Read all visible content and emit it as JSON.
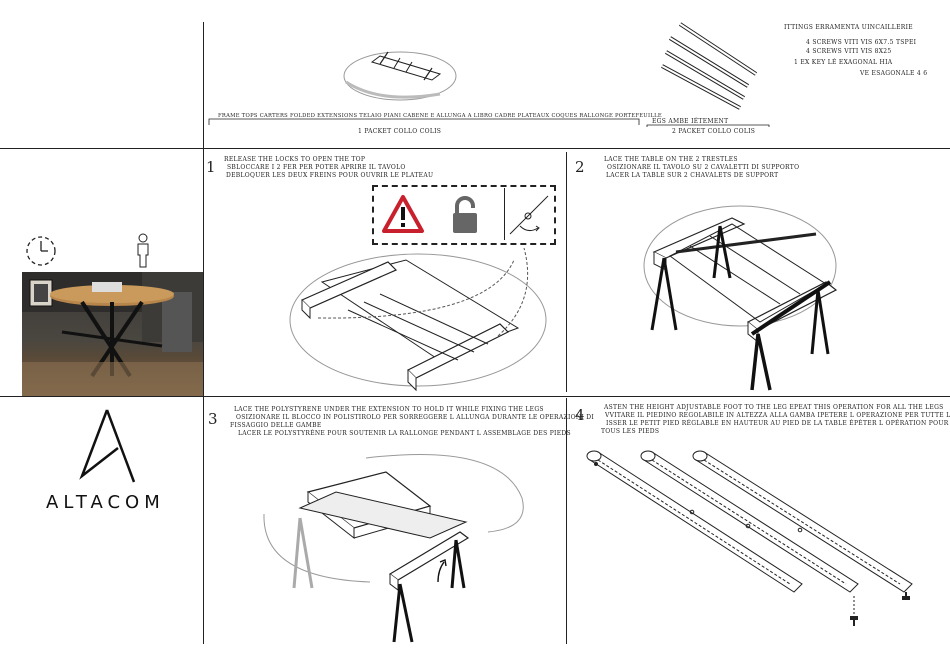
{
  "brand": {
    "name": "ALTACOM"
  },
  "packing": {
    "packet1_parts": "FRAME TOPS CARTERS FOLDED EXTENSIONS  TELAIO PIANI CABENE E ALLUNGA A LIBRO  CADRE PLATEAUX COQUES RALLONGE PORTEFEUILLE",
    "packet1_label": "1  PACKET  COLLO  COLIS",
    "packet2_parts": "EGS  AMBE  IÉTEMENT",
    "packet2_label": "2  PACKET  COLLO  COLIS"
  },
  "fittings": {
    "header": "ITTINGS   ERRAMENTA   UINCAILLERIE",
    "line1": "4 SCREWS  VITI  VIS    6X7.5 TSPEI",
    "line2": "4 SCREWS  VITI  VIS    8X25",
    "line3": "1  EX KEY   LÉ   EXAGONAL   HIA",
    "line4": "VE ESAGONALE 4  6"
  },
  "steps": [
    {
      "number": "1",
      "lines": [
        "RELEASE THE LOCKS TO OPEN THE TOP",
        "SBLOCCARE I 2 FER PER POTER APRIRE IL TAVOLO",
        "DEBLOQUER LES DEUX FREINS POUR OUVRIR LE PLATEAU"
      ]
    },
    {
      "number": "2",
      "lines": [
        "LACE THE TABLE ON THE 2 TRESTLES",
        "OSIZIONARE IL TAVOLO SU 2 CAVALETTI DI SUPPORTO",
        "LACER LA TABLE SUR 2 CHAVALETS DE SUPPORT"
      ]
    },
    {
      "number": "3",
      "lines": [
        "LACE THE POLYSTYRENE UNDER THE EXTENSION TO HOLD IT WHILE FIXING THE LEGS",
        "OSIZIONARE IL BLOCCO IN POLISTIROLO PER SORREGGERE L ALLUNGA DURANTE LE OPERAZIONI DI",
        "FISSAGGIO DELLE GAMBE",
        "LACER LE POLYSTYRÈNE POUR SOUTENIR LA RALLONGE PENDANT L ASSEMBLAGE DES PIEDS"
      ]
    },
    {
      "number": "4",
      "lines": [
        "ASTEN THE HEIGHT ADJUSTABLE FOOT TO THE LEG     EPEAT THIS OPERATION FOR ALL THE LEGS",
        "VVITARE IL PIEDINO REGOLABILE IN ALTEZZA ALLA GAMBA     IPETERE L OPERAZIONE PER TUTTE LE GAMBE",
        "ISSER LE PETIT PIED RÉGLABLE EN HAUTEUR AU PIED DE LA TABLE     ÉPÉTER L OPÉRATION POUR",
        "TOUS LES PIEDS"
      ]
    }
  ]
}
